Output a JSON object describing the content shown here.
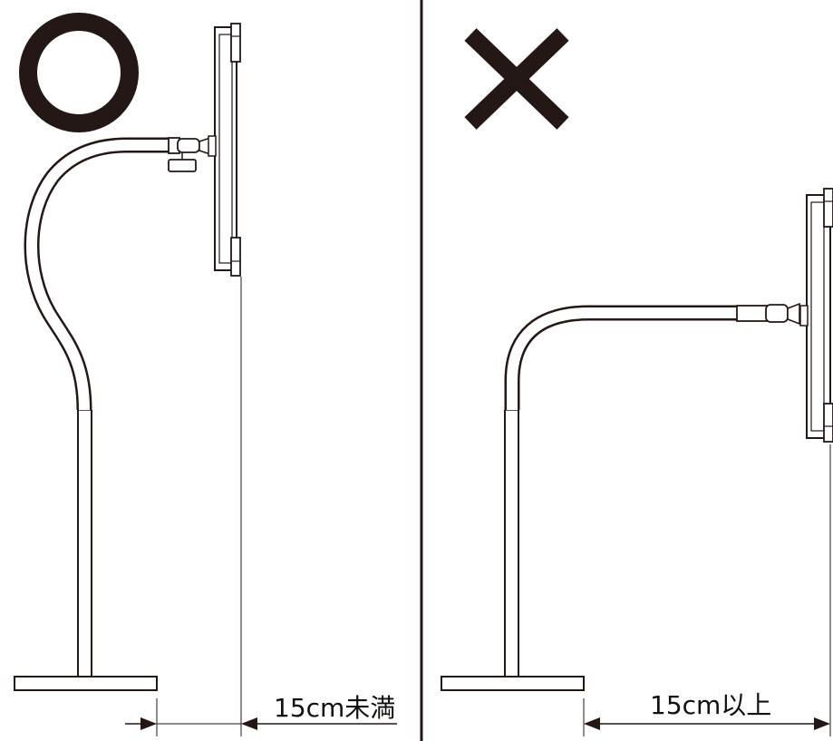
{
  "left_panel": {
    "verdict_symbol": "○",
    "verdict_meaning": "correct",
    "dimension_label": "15cm未満"
  },
  "right_panel": {
    "verdict_symbol": "×",
    "verdict_meaning": "incorrect",
    "dimension_label": "15cm以上"
  },
  "colors": {
    "ink": "#231815",
    "background": "#ffffff"
  }
}
